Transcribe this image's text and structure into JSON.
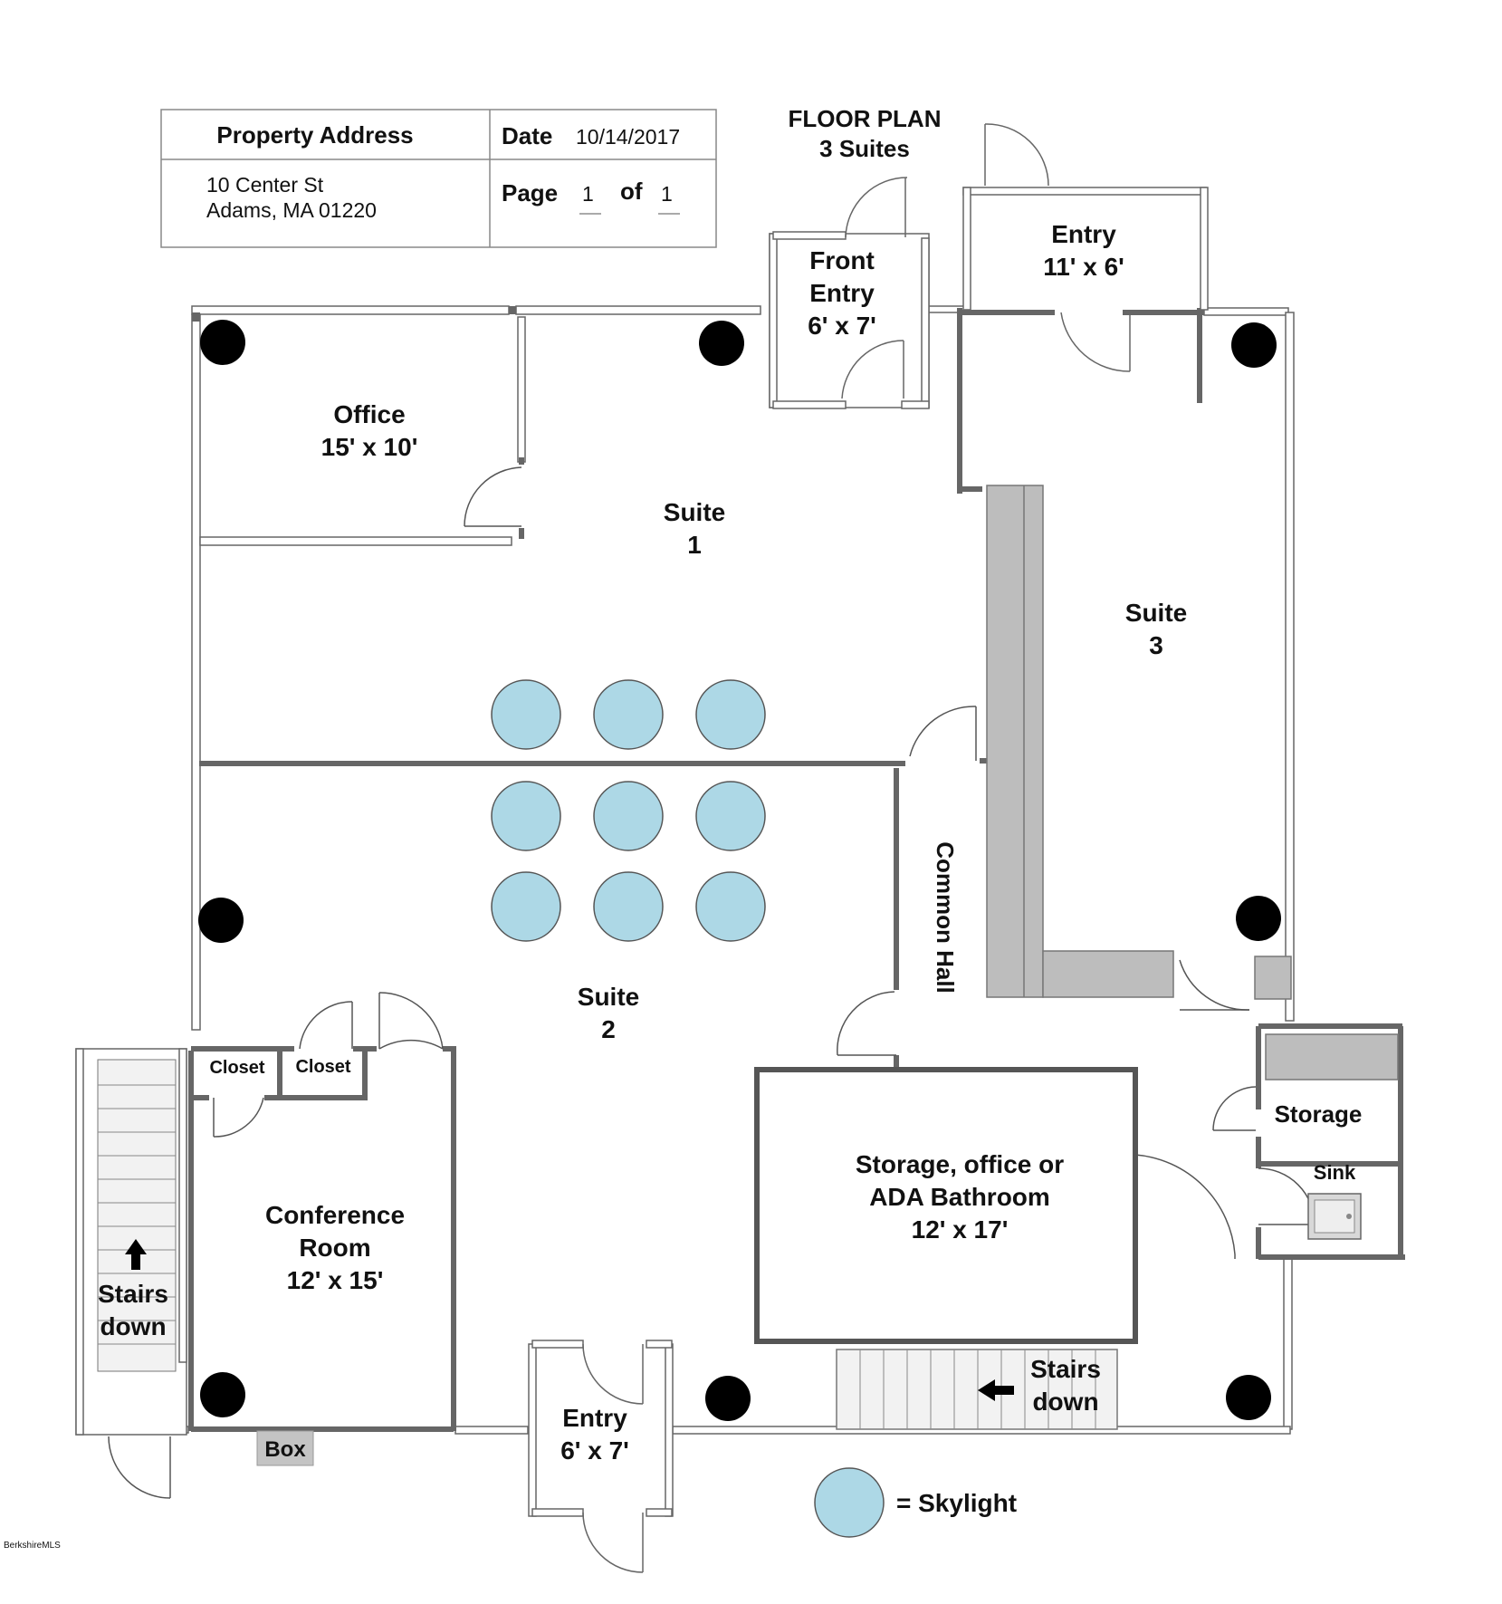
{
  "header": {
    "property_address_label": "Property Address",
    "address_line1": "10 Center St",
    "address_line2": "Adams, MA 01220",
    "date_label": "Date",
    "date_value": "10/14/2017",
    "page_label": "Page",
    "page_value": "1",
    "of_label": "of",
    "page_total": "1"
  },
  "title": {
    "line1": "FLOOR PLAN",
    "line2": "3 Suites"
  },
  "rooms": {
    "office": {
      "name": "Office",
      "size": "15' x 10'"
    },
    "suite1": {
      "name": "Suite",
      "number": "1"
    },
    "suite2": {
      "name": "Suite",
      "number": "2"
    },
    "suite3": {
      "name": "Suite",
      "number": "3"
    },
    "front_entry": {
      "line1": "Front",
      "line2": "Entry",
      "size": "6' x 7'"
    },
    "entry_top": {
      "name": "Entry",
      "size": "11' x 6'"
    },
    "entry_bottom": {
      "name": "Entry",
      "size": "6' x 7'"
    },
    "common_hall": "Common Hall",
    "conference": {
      "line1": "Conference",
      "line2": "Room",
      "size": "12' x 15'"
    },
    "closet1": "Closet",
    "closet2": "Closet",
    "storage": "Storage",
    "sink": "Sink",
    "multi": {
      "line1": "Storage, office or",
      "line2": "ADA Bathroom",
      "size": "12' x 17'"
    },
    "stairs_left": {
      "line1": "Stairs",
      "line2": "down"
    },
    "stairs_bottom": {
      "line1": "Stairs",
      "line2": "down"
    },
    "box": "Box"
  },
  "legend": {
    "skylight": "= Skylight"
  },
  "watermark": "BerkshireMLS",
  "colors": {
    "skylight_fill": "#add8e6",
    "column_fill": "#000000",
    "wall": "#555555",
    "counter_fill": "#bdbdbd"
  }
}
